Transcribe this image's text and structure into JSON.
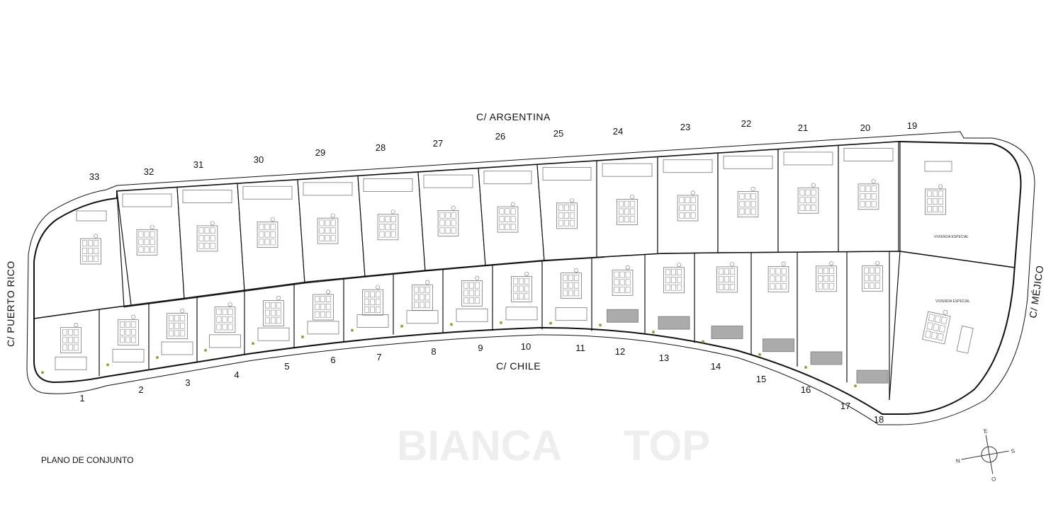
{
  "title": "PLANO DE CONJUNTO",
  "streets": {
    "north": "C/ ARGENTINA",
    "south": "C/ CHILE",
    "west": "C/ PUERTO RICO",
    "east": "C/ MÉJICO"
  },
  "special_labels": [
    "VIVIENDA ESPECIAL",
    "VIVIENDA ESPECIAL"
  ],
  "lots_top": [
    "33",
    "32",
    "31",
    "30",
    "29",
    "28",
    "27",
    "26",
    "25",
    "24",
    "23",
    "22",
    "21",
    "20",
    "19"
  ],
  "lots_bottom": [
    "1",
    "2",
    "3",
    "4",
    "5",
    "6",
    "7",
    "8",
    "9",
    "10",
    "11",
    "12",
    "13",
    "14",
    "15",
    "16",
    "17",
    "18"
  ],
  "compass": {
    "n": "N",
    "e": "E",
    "s": "S",
    "o": "O"
  },
  "watermark": [
    "BIANCA",
    "TOP"
  ],
  "colors": {
    "line": "#111111",
    "plan": "#777777",
    "accent": "#8aa840"
  }
}
